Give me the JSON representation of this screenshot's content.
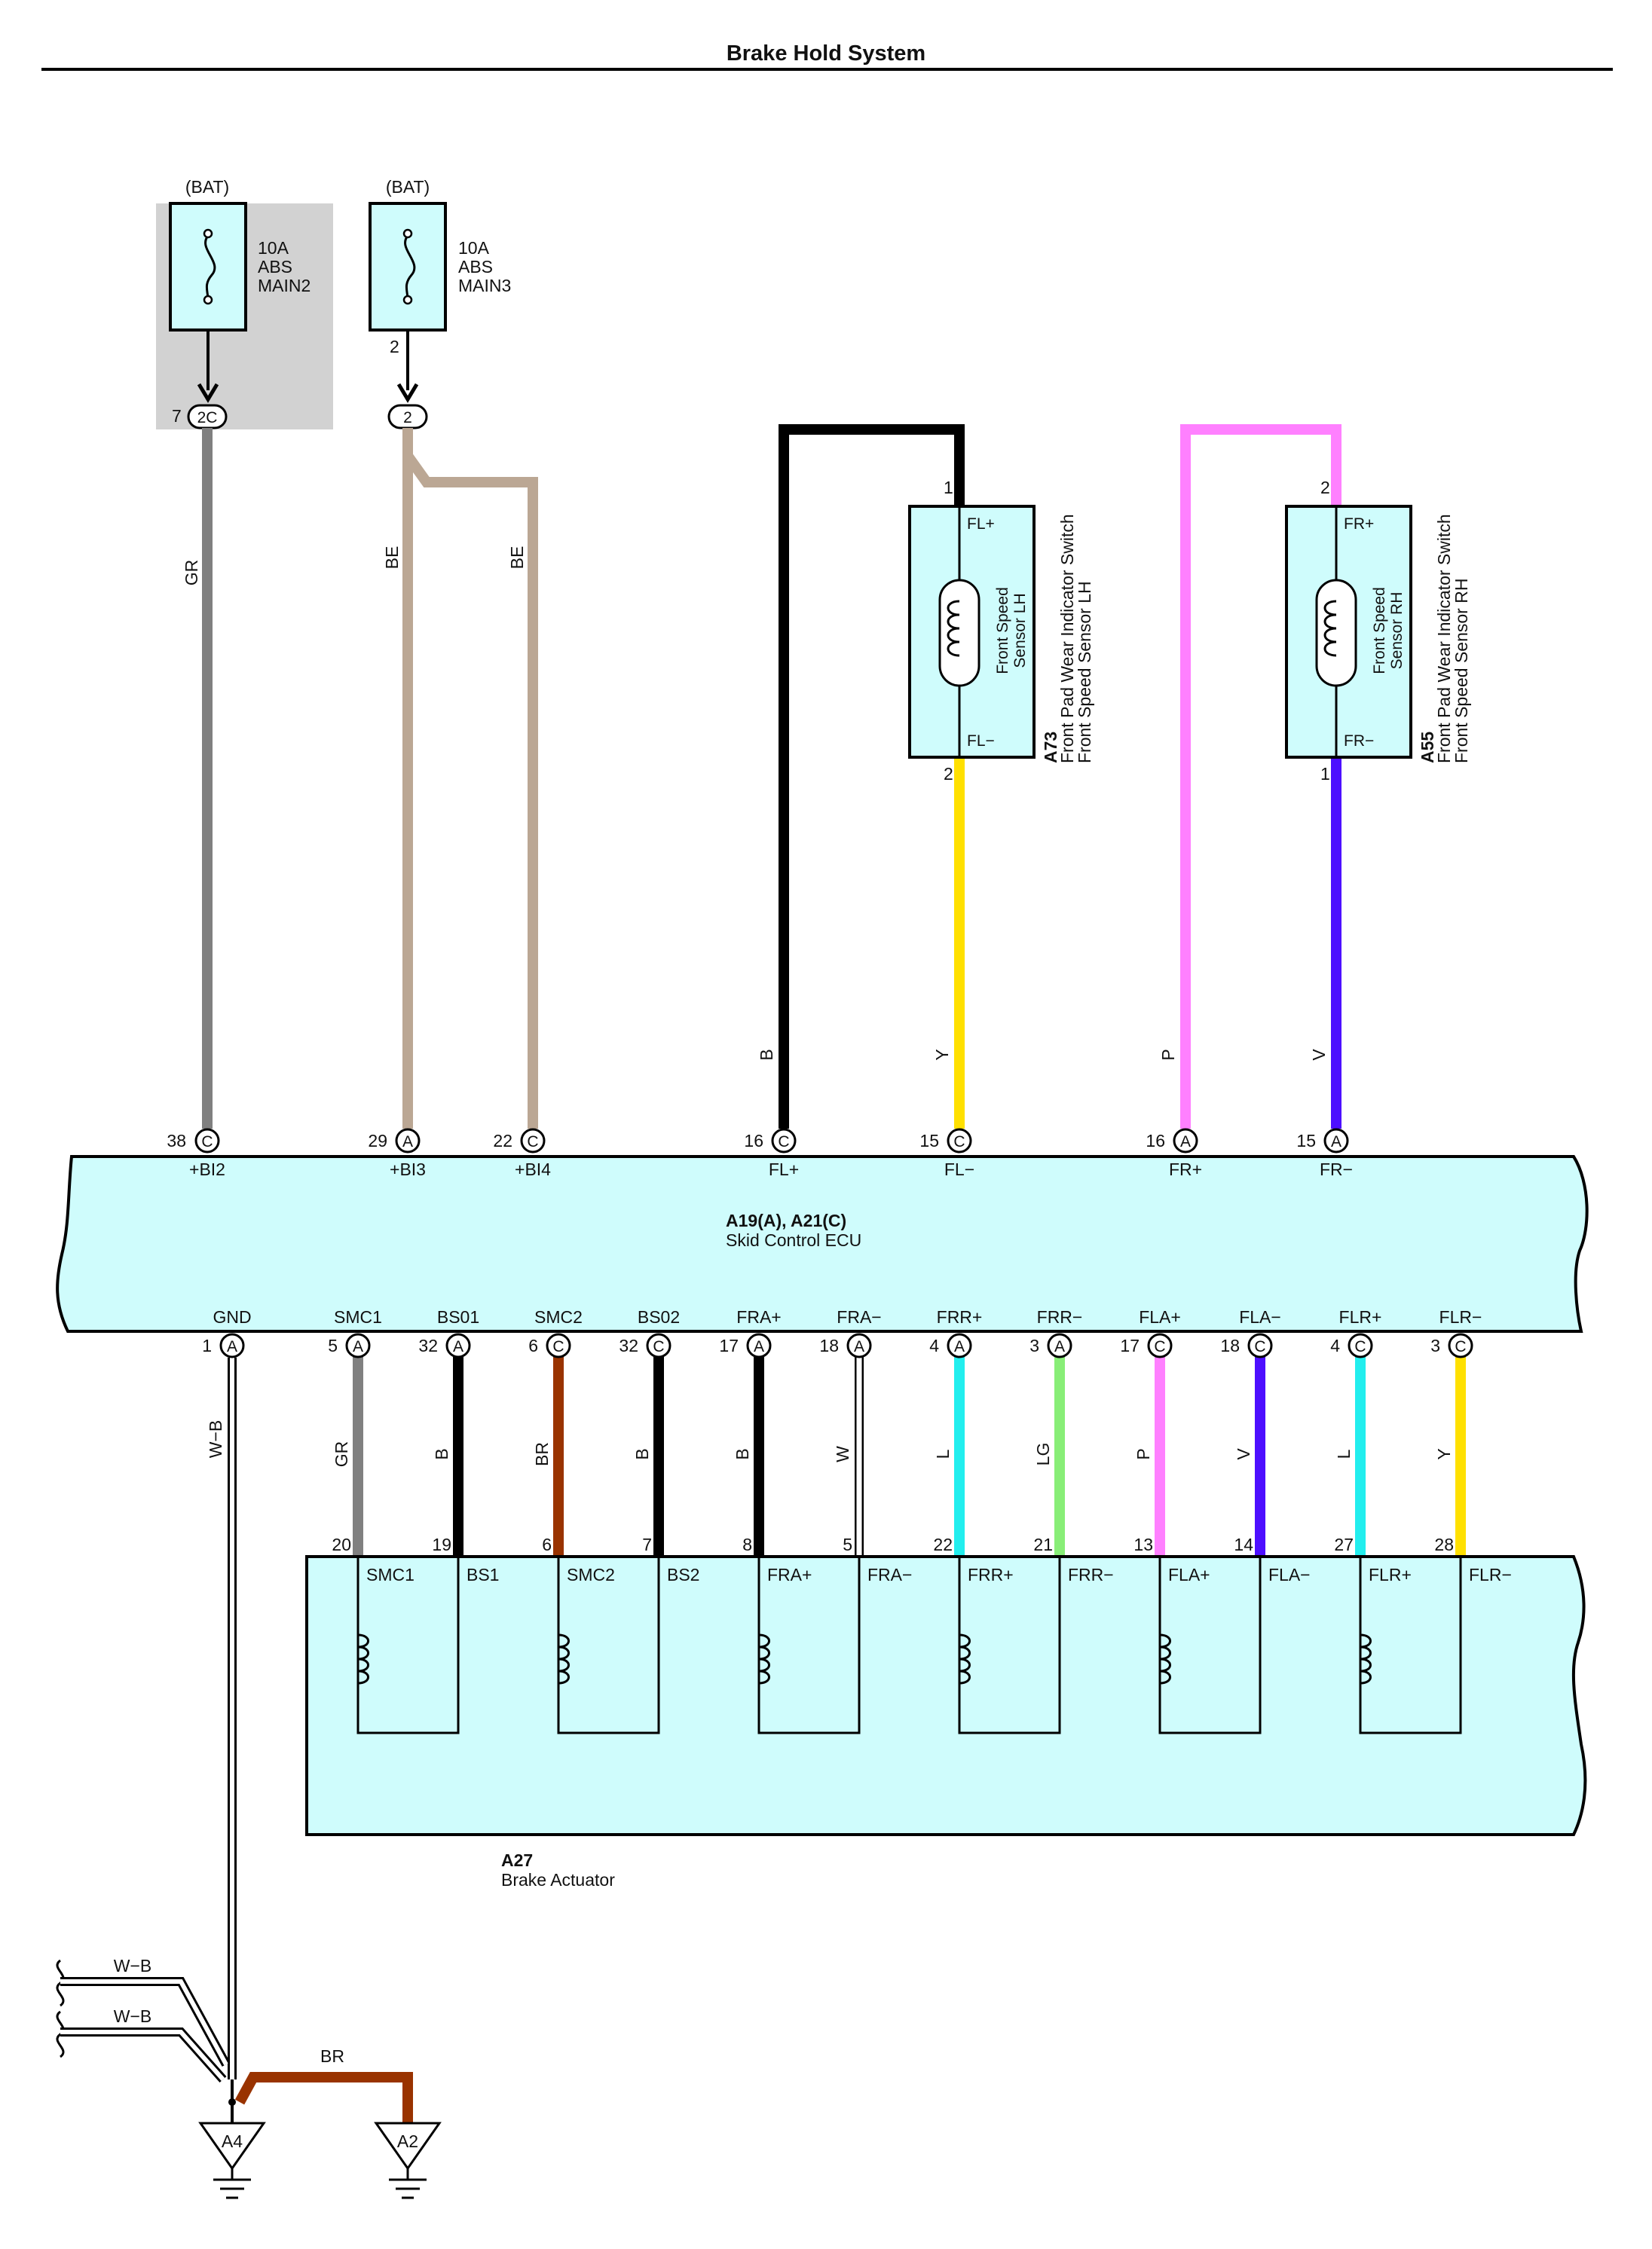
{
  "title": "Brake Hold System",
  "colors": {
    "connector_fill": "#cffcfc",
    "shaded": "#d2d2d2",
    "GR": "#808080",
    "BE": "#bba794",
    "B": "#000000",
    "Y": "#ffe000",
    "P": "#ff80ff",
    "V": "#4d0fff",
    "BR": "#993300",
    "W": "#ffffff",
    "L": "#22eeee",
    "LG": "#88ee77"
  },
  "fuses": [
    {
      "source": "(BAT)",
      "rating": "10A",
      "name1": "ABS",
      "name2": "MAIN2",
      "junction_pin": "7",
      "junction_conn": "2C"
    },
    {
      "source": "(BAT)",
      "rating": "10A",
      "name1": "ABS",
      "name2": "MAIN3",
      "out_pin": "2",
      "junction_conn": "2"
    }
  ],
  "sensors": [
    {
      "code": "A73",
      "name1": "Front Pad Wear Indicator Switch",
      "name2": "Front Speed Sensor LH",
      "coil_label1": "Front Speed",
      "coil_label2": "Sensor LH",
      "top_term": "FL+",
      "bottom_term": "FL−",
      "top_pin": "1",
      "bottom_pin": "2"
    },
    {
      "code": "A55",
      "name1": "Front Pad Wear Indicator Switch",
      "name2": "Front Speed Sensor RH",
      "coil_label1": "Front Speed",
      "coil_label2": "Sensor RH",
      "top_term": "FR+",
      "bottom_term": "FR−",
      "top_pin": "2",
      "bottom_pin": "1"
    }
  ],
  "upper_wires": [
    {
      "color": "GR",
      "pin": "38",
      "conn": "C",
      "term": "+BI2"
    },
    {
      "color": "BE",
      "pin": "29",
      "conn": "A",
      "term": "+BI3"
    },
    {
      "color": "BE",
      "pin": "22",
      "conn": "C",
      "term": "+BI4"
    },
    {
      "color": "B",
      "pin": "16",
      "conn": "C",
      "term": "FL+"
    },
    {
      "color": "Y",
      "pin": "15",
      "conn": "C",
      "term": "FL−"
    },
    {
      "color": "P",
      "pin": "16",
      "conn": "A",
      "term": "FR+"
    },
    {
      "color": "V",
      "pin": "15",
      "conn": "A",
      "term": "FR−"
    }
  ],
  "ecu": {
    "code": "A19(A), A21(C)",
    "name": "Skid Control ECU"
  },
  "lower_wires": [
    {
      "term": "GND",
      "pin": "1",
      "conn": "A",
      "color": "W−B"
    },
    {
      "term": "SMC1",
      "pin": "5",
      "conn": "A",
      "color": "GR",
      "act_pin": "20",
      "act_term": "SMC1"
    },
    {
      "term": "BS01",
      "pin": "32",
      "conn": "A",
      "color": "B",
      "act_pin": "19",
      "act_term": "BS1"
    },
    {
      "term": "SMC2",
      "pin": "6",
      "conn": "C",
      "color": "BR",
      "act_pin": "6",
      "act_term": "SMC2"
    },
    {
      "term": "BS02",
      "pin": "32",
      "conn": "C",
      "color": "B",
      "act_pin": "7",
      "act_term": "BS2"
    },
    {
      "term": "FRA+",
      "pin": "17",
      "conn": "A",
      "color": "B",
      "act_pin": "8",
      "act_term": "FRA+"
    },
    {
      "term": "FRA−",
      "pin": "18",
      "conn": "A",
      "color": "W",
      "act_pin": "5",
      "act_term": "FRA−"
    },
    {
      "term": "FRR+",
      "pin": "4",
      "conn": "A",
      "color": "L",
      "act_pin": "22",
      "act_term": "FRR+"
    },
    {
      "term": "FRR−",
      "pin": "3",
      "conn": "A",
      "color": "LG",
      "act_pin": "21",
      "act_term": "FRR−"
    },
    {
      "term": "FLA+",
      "pin": "17",
      "conn": "C",
      "color": "P",
      "act_pin": "13",
      "act_term": "FLA+"
    },
    {
      "term": "FLA−",
      "pin": "18",
      "conn": "C",
      "color": "V",
      "act_pin": "14",
      "act_term": "FLA−"
    },
    {
      "term": "FLR+",
      "pin": "4",
      "conn": "C",
      "color": "L",
      "act_pin": "27",
      "act_term": "FLR+"
    },
    {
      "term": "FLR−",
      "pin": "3",
      "conn": "C",
      "color": "Y",
      "act_pin": "28",
      "act_term": "FLR−"
    }
  ],
  "actuator": {
    "code": "A27",
    "name": "Brake Actuator"
  },
  "ground": {
    "wire1": "W−B",
    "wire2": "W−B",
    "wire3": "BR",
    "point1": "A4",
    "point2": "A2"
  }
}
